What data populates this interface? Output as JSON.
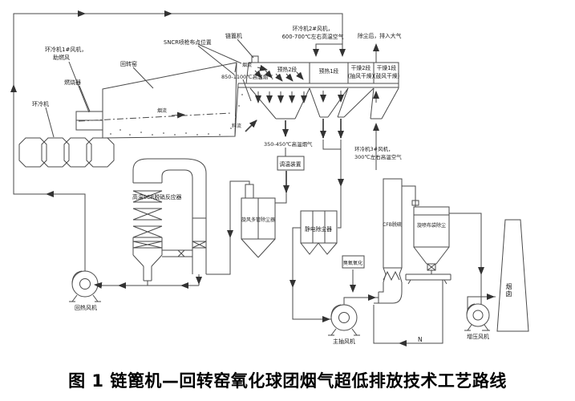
{
  "figure": {
    "caption": "图 1  链篦机—回转窑氧化球团烟气超低排放技术工艺路线"
  },
  "colors": {
    "line": "#4a4a4a",
    "text": "#1a1a1a"
  },
  "equipment": {
    "ring_cooler": "环冷机",
    "burner": "燃烧器",
    "rotary_kiln": "回转窑",
    "chain_grate": "链篦机",
    "scr_reactor": "高温SCR脱硝反应器",
    "temp_regulator": "调温装置",
    "cyclone": "旋风多管除尘器",
    "esp": "静电除尘器",
    "reheat_fan": "回热风机",
    "main_fan": "主抽风机",
    "ozone_oxidation": "臭氧氧化",
    "cfb_desulfurization": "CFB脱硫",
    "bag_filter": "旋喷布袋除尘",
    "booster_fan": "增压风机",
    "stack": "烟囱"
  },
  "grate": {
    "preheat2": "预热2段",
    "preheat1": "预热1段",
    "dry2_line1": "干燥2段",
    "dry2_line2": "（抽风干燥）",
    "dry1_line1": "干燥1段",
    "dry1_line2": "（鼓风干燥）"
  },
  "streams": {
    "fan1_line1": "环冷机1#风机，",
    "fan1_line2": "助燃风",
    "fan2_line1": "环冷机2#风机，",
    "fan2_line2": "600-700℃左右高温空气",
    "fan3_line1": "环冷机3#风机，",
    "fan3_line2": "300℃左右高温空气",
    "sncr_position": "SNCR喷枪布点位置",
    "kiln_offgas": "850-1100℃高温烟气",
    "preheat_offgas": "350-450℃高温烟气",
    "to_atmosphere": "除尘后，排入大气",
    "gas_flow_kiln": "烟流",
    "gas_flow_hood": "烟流",
    "material_flow": "料流",
    "nitrogen": "N"
  }
}
